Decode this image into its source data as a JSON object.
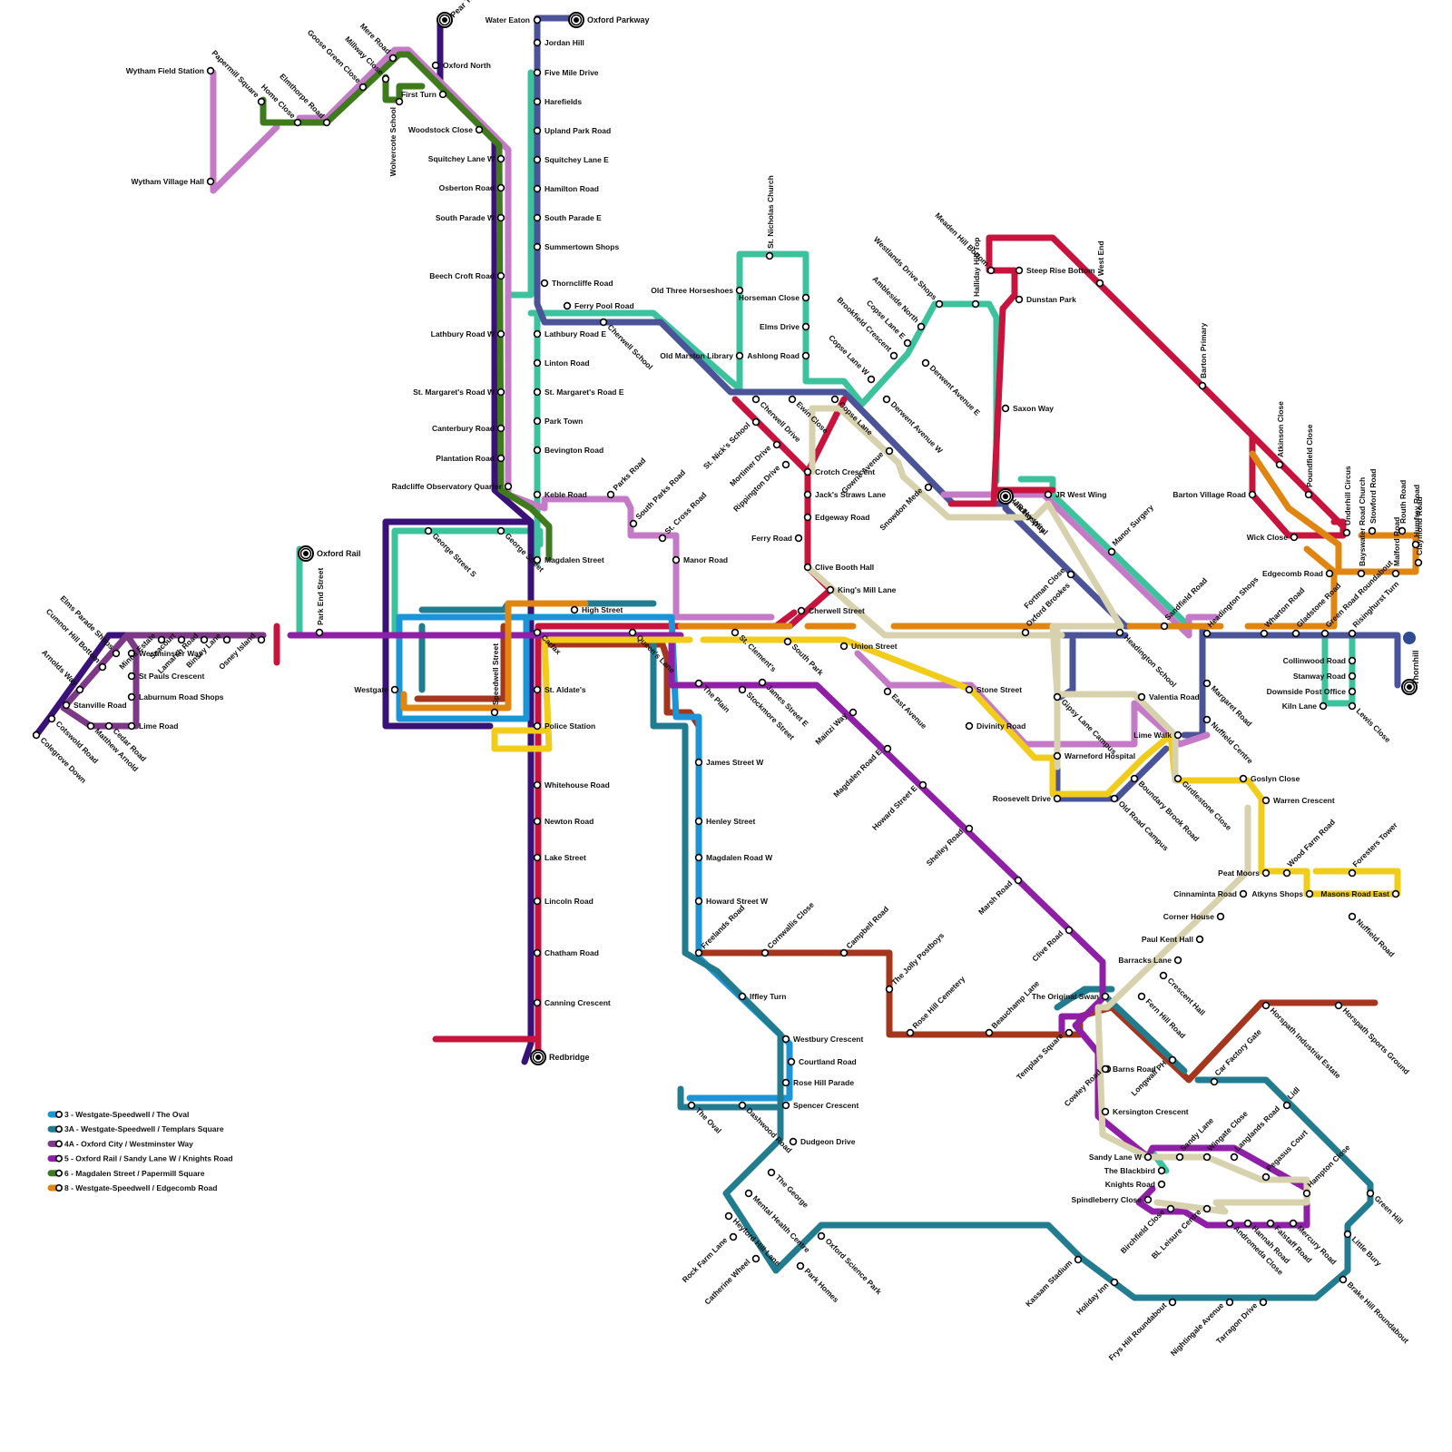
{
  "routes": [
    {
      "id": "3",
      "name": "3 - Westgate-Speedwell / The Oval",
      "color": "#1b95d8"
    },
    {
      "id": "3A",
      "name": "3A - Westgate-Speedwell / Templars Square",
      "color": "#217c8f"
    },
    {
      "id": "4A",
      "name": "4A - Oxford City / Westminster Way",
      "color": "#7c3a86"
    },
    {
      "id": "5",
      "name": "5 - Oxford Rail / Sandy Lane W / Knights Road",
      "color": "#8f1fa6"
    },
    {
      "id": "6",
      "name": "6 - Magdalen Street / Papermill Square",
      "color": "#3f7a1c"
    },
    {
      "id": "8",
      "name": "8 - Westgate-Speedwell / Edgecomb Road",
      "color": "#e08510"
    }
  ],
  "line_colors": {
    "dark_purple": "#3a1178",
    "indigo": "#4b5399",
    "teal_green": "#3cc39e",
    "pink": "#c57ac8",
    "crimson": "#c8143c",
    "rust": "#a3361c",
    "yellow": "#f1cc1a",
    "beige": "#d8d1ae",
    "navy": "#2f4c93"
  },
  "interchanges": [
    {
      "name": "Pear Tree"
    },
    {
      "name": "Oxford Parkway"
    },
    {
      "name": "Oxford Rail"
    },
    {
      "name": "Redbridge"
    },
    {
      "name": "JR Hospital"
    },
    {
      "name": "Thornhill"
    }
  ],
  "stations": [
    {
      "name": "Water Eaton"
    },
    {
      "name": "Jordan Hill"
    },
    {
      "name": "Five Mile Drive"
    },
    {
      "name": "Harefields"
    },
    {
      "name": "Upland Park Road"
    },
    {
      "name": "Squitchey Lane E"
    },
    {
      "name": "Hamilton Road"
    },
    {
      "name": "South Parade E"
    },
    {
      "name": "Summertown Shops"
    },
    {
      "name": "Thorncliffe Road"
    },
    {
      "name": "Ferry Pool Road"
    },
    {
      "name": "Lathbury Road E"
    },
    {
      "name": "Linton Road"
    },
    {
      "name": "St. Margaret's Road E"
    },
    {
      "name": "Park Town"
    },
    {
      "name": "Bevington Road"
    },
    {
      "name": "Keble Road"
    },
    {
      "name": "Parks Road"
    },
    {
      "name": "South Parks Road"
    },
    {
      "name": "St. Cross Road"
    },
    {
      "name": "Manor Road"
    },
    {
      "name": "Magdalen Street"
    },
    {
      "name": "Cherwell School"
    },
    {
      "name": "Oxford North"
    },
    {
      "name": "First Turn"
    },
    {
      "name": "Woodstock Close"
    },
    {
      "name": "Squitchey Lane W"
    },
    {
      "name": "Osberton Road"
    },
    {
      "name": "South Parade W"
    },
    {
      "name": "Beech Croft Road"
    },
    {
      "name": "Lathbury Road W"
    },
    {
      "name": "St. Margaret's Road W"
    },
    {
      "name": "Canterbury Road"
    },
    {
      "name": "Plantation Road"
    },
    {
      "name": "Radcliffe Observatory Quarter"
    },
    {
      "name": "George Street S"
    },
    {
      "name": "George Street"
    },
    {
      "name": "Wytham Field Station"
    },
    {
      "name": "Wytham Village Hall"
    },
    {
      "name": "Papermill Square"
    },
    {
      "name": "Home Close"
    },
    {
      "name": "Elmthorpe Road"
    },
    {
      "name": "Goose Green Close"
    },
    {
      "name": "Millway Close"
    },
    {
      "name": "Mere Road"
    },
    {
      "name": "Wolvercote School"
    },
    {
      "name": "Park End Street"
    },
    {
      "name": "Westgate"
    },
    {
      "name": "Speedwell Street"
    },
    {
      "name": "High Street"
    },
    {
      "name": "Carfax"
    },
    {
      "name": "Queen's Lane"
    },
    {
      "name": "St. Aldate's"
    },
    {
      "name": "Police Station"
    },
    {
      "name": "Whitehouse Road"
    },
    {
      "name": "Newton Road"
    },
    {
      "name": "Lake Street"
    },
    {
      "name": "Lincoln Road"
    },
    {
      "name": "Chatham Road"
    },
    {
      "name": "Canning Crescent"
    },
    {
      "name": "Osney Island"
    },
    {
      "name": "Binsey Lane"
    },
    {
      "name": "Lamarsh Road"
    },
    {
      "name": "Seacourt"
    },
    {
      "name": "Minns Estate"
    },
    {
      "name": "Elms Parade Shops"
    },
    {
      "name": "Cumnor Hill Bottom"
    },
    {
      "name": "Arnolds Way"
    },
    {
      "name": "Stanville Road"
    },
    {
      "name": "Cotswold Road"
    },
    {
      "name": "Colegrove Down"
    },
    {
      "name": "Matthew Arnold"
    },
    {
      "name": "Cedar Road"
    },
    {
      "name": "Westminster Way"
    },
    {
      "name": "St Pauls Crescent"
    },
    {
      "name": "Laburnum Road Shops"
    },
    {
      "name": "Lime Road"
    },
    {
      "name": "St. Clement's"
    },
    {
      "name": "South Park"
    },
    {
      "name": "Union Street"
    },
    {
      "name": "The Plain"
    },
    {
      "name": "Stockmore Street"
    },
    {
      "name": "James Street E"
    },
    {
      "name": "James Street W"
    },
    {
      "name": "Henley Street"
    },
    {
      "name": "Magdalen Road W"
    },
    {
      "name": "Howard Street W"
    },
    {
      "name": "Freelands Road"
    },
    {
      "name": "Cornwallis Close"
    },
    {
      "name": "Campbell Road"
    },
    {
      "name": "The Jolly Postboys"
    },
    {
      "name": "Rose Hill Cemetery"
    },
    {
      "name": "Beauchamp Lane"
    },
    {
      "name": "Iffley Turn"
    },
    {
      "name": "Westbury Crescent"
    },
    {
      "name": "Courtland Road"
    },
    {
      "name": "Rose Hill Parade"
    },
    {
      "name": "Spencer Crescent"
    },
    {
      "name": "Dudgeon Drive"
    },
    {
      "name": "The Oval"
    },
    {
      "name": "Dashwood Road"
    },
    {
      "name": "The George"
    },
    {
      "name": "Mental Health Centre"
    },
    {
      "name": "Heyford Hill Lane"
    },
    {
      "name": "Rock Farm Lane"
    },
    {
      "name": "Catherine Wheel"
    },
    {
      "name": "Park Homes"
    },
    {
      "name": "Oxford Science Park"
    },
    {
      "name": "Kassam Stadium"
    },
    {
      "name": "Holiday Inn"
    },
    {
      "name": "Frys Hill Roundabout"
    },
    {
      "name": "Nightingale Avenue"
    },
    {
      "name": "Tarragon Drive"
    },
    {
      "name": "Brake Hill Roundabout"
    },
    {
      "name": "Little Bury"
    },
    {
      "name": "Green Hill"
    },
    {
      "name": "Lidl"
    },
    {
      "name": "Car Factory Gate"
    },
    {
      "name": "Old Three Horseshoes"
    },
    {
      "name": "Horseman Close"
    },
    {
      "name": "St. Nicholas Church"
    },
    {
      "name": "Elms Drive"
    },
    {
      "name": "Ashlong Road"
    },
    {
      "name": "Old Marston Library"
    },
    {
      "name": "Cherwell Drive"
    },
    {
      "name": "Ewin Close"
    },
    {
      "name": "Copse Lane"
    },
    {
      "name": "St. Nick's School"
    },
    {
      "name": "Mortimer Drive"
    },
    {
      "name": "Rippington Drive"
    },
    {
      "name": "Crotch Crescent"
    },
    {
      "name": "Jack's Straws Lane"
    },
    {
      "name": "Edgeway Road"
    },
    {
      "name": "Ferry Road"
    },
    {
      "name": "Clive Booth Hall"
    },
    {
      "name": "King's Mill Lane"
    },
    {
      "name": "Cherwell Street"
    },
    {
      "name": "Gowrie Avenue"
    },
    {
      "name": "Snowdon Mede"
    },
    {
      "name": "Derwent Avenue W"
    },
    {
      "name": "Derwent Avenue E"
    },
    {
      "name": "Copse Lane W"
    },
    {
      "name": "Brookfield Crescent"
    },
    {
      "name": "Copse Lane E"
    },
    {
      "name": "Ambleside North"
    },
    {
      "name": "Westlands Drive Shops"
    },
    {
      "name": "Halliday Hill Top"
    },
    {
      "name": "Headley Way"
    },
    {
      "name": "Meaden Hill Bottom"
    },
    {
      "name": "Steep Rise Bottom"
    },
    {
      "name": "Dunstan Park"
    },
    {
      "name": "Saxon Way"
    },
    {
      "name": "JR West Wing"
    },
    {
      "name": "West End"
    },
    {
      "name": "Barton Primary"
    },
    {
      "name": "Barton Village Road"
    },
    {
      "name": "Atkinson Close"
    },
    {
      "name": "Poundfield Close"
    },
    {
      "name": "Wick Close"
    },
    {
      "name": "Underhill Circus"
    },
    {
      "name": "Bayswater Road Church"
    },
    {
      "name": "Stowford Road"
    },
    {
      "name": "Malford Road"
    },
    {
      "name": "Routh Road"
    },
    {
      "name": "Humfrey Road"
    },
    {
      "name": "Claymond Road"
    },
    {
      "name": "Edgecomb Road"
    },
    {
      "name": "Green Road Roundabout"
    },
    {
      "name": "Risinghurst Turn"
    },
    {
      "name": "Manor Surgery"
    },
    {
      "name": "Sandfield Road"
    },
    {
      "name": "Headington Shops"
    },
    {
      "name": "Wharton Road"
    },
    {
      "name": "Gladstone Road"
    },
    {
      "name": "Fortman Close"
    },
    {
      "name": "Oxford Brookes"
    },
    {
      "name": "Headington School"
    },
    {
      "name": "Collinwood Road"
    },
    {
      "name": "Stanway Road"
    },
    {
      "name": "Downside Post Office"
    },
    {
      "name": "Kiln Lane"
    },
    {
      "name": "Lewis Close"
    },
    {
      "name": "Margaret Road"
    },
    {
      "name": "Nuffield Centre"
    },
    {
      "name": "Valentia Road"
    },
    {
      "name": "Lime Walk"
    },
    {
      "name": "Gipsy Lane Campus"
    },
    {
      "name": "Warneford Hospital"
    },
    {
      "name": "Roosevelt Drive"
    },
    {
      "name": "Old Road Campus"
    },
    {
      "name": "Boundary Brook Road"
    },
    {
      "name": "Girdlestone Close"
    },
    {
      "name": "Goslyn Close"
    },
    {
      "name": "Warren Crescent"
    },
    {
      "name": "Peat Moors"
    },
    {
      "name": "Wood Farm Road"
    },
    {
      "name": "Foresters Tower"
    },
    {
      "name": "Atkyns Shops"
    },
    {
      "name": "Masons Road East"
    },
    {
      "name": "Nuffield Road"
    },
    {
      "name": "Cinnaminta Road"
    },
    {
      "name": "Corner House"
    },
    {
      "name": "Paul Kent Hall"
    },
    {
      "name": "Barracks Lane"
    },
    {
      "name": "Crescent Hall"
    },
    {
      "name": "Fern Hill Road"
    },
    {
      "name": "Stone Street"
    },
    {
      "name": "East Avenue"
    },
    {
      "name": "Divinity Road"
    },
    {
      "name": "Mainzi Way"
    },
    {
      "name": "Magdalen Road E"
    },
    {
      "name": "Howard Street E"
    },
    {
      "name": "Shelley Road"
    },
    {
      "name": "Marsh Road"
    },
    {
      "name": "Clive Road"
    },
    {
      "name": "The Original Swan"
    },
    {
      "name": "Templars Square"
    },
    {
      "name": "Cowley Road"
    },
    {
      "name": "Longwall PH"
    },
    {
      "name": "Horspath Industrial Estate"
    },
    {
      "name": "Horspath Sports Ground"
    },
    {
      "name": "Barns Road"
    },
    {
      "name": "Kersington Crescent"
    },
    {
      "name": "Sandy Lane W"
    },
    {
      "name": "Sandy Lane"
    },
    {
      "name": "Wingate Close"
    },
    {
      "name": "Langlands Road"
    },
    {
      "name": "Pegasus Court"
    },
    {
      "name": "Hampton Close"
    },
    {
      "name": "The Blackbird"
    },
    {
      "name": "Knights Road"
    },
    {
      "name": "Spindleberry Close"
    },
    {
      "name": "Birchfield Close"
    },
    {
      "name": "BL Leisure Centre"
    },
    {
      "name": "Andromeda Close"
    },
    {
      "name": "Hannah Road"
    },
    {
      "name": "Falstaff Road"
    },
    {
      "name": "Mercury Road"
    }
  ]
}
